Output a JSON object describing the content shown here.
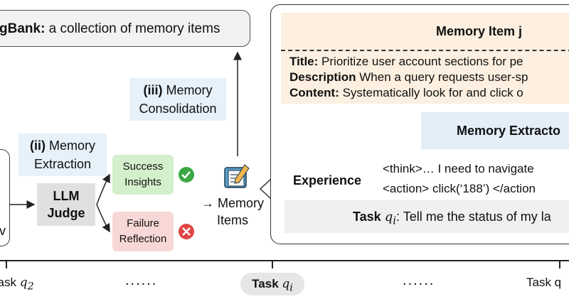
{
  "memory_bank": {
    "title_bold": "gBank:",
    "title_rest": " a collection of memory items"
  },
  "stages": {
    "extraction_num": "(ii)",
    "extraction_label_1": "Memory",
    "extraction_label_2": "Extraction",
    "consolidation_num": "(iii)",
    "consolidation_label_1": "Memory",
    "consolidation_label_2": "Consolidation"
  },
  "left_box": {
    "partial_text": "v"
  },
  "judge": {
    "line1": "LLM",
    "line2": "Judge"
  },
  "success": {
    "line1": "Success",
    "line2": "Insights"
  },
  "failure": {
    "line1": "Failure",
    "line2": "Reflection"
  },
  "memory_items": {
    "arrow": "→",
    "line1": "Memory",
    "line2": "Items"
  },
  "memory_item_card": {
    "header": "Memory Item j",
    "title_key": "Title:",
    "title_val": " Prioritize user account sections for pe",
    "desc_key": "Description",
    "desc_val": " When a query requests user-sp",
    "content_key": "Content:",
    "content_val": " Systematically look for and click o"
  },
  "extractor": {
    "label": "Memory Extracto"
  },
  "experience": {
    "label": "Experience",
    "line1": "<think>… I need to navigate",
    "line2": "<action> click(‘188’) </action"
  },
  "task_row": {
    "prefix": "Task ",
    "var": "q",
    "sub": "i",
    "text": ": Tell me the status of my la"
  },
  "timeline": {
    "left_label_prefix": "Task ",
    "left_var": "q",
    "left_sub": "2",
    "dots": "......",
    "center_prefix": "Task ",
    "center_var": "q",
    "center_sub": "i",
    "right_label": "Task q"
  },
  "colors": {
    "success_bg": "#d4efcb",
    "failure_bg": "#f8d8d6",
    "stage_bg": "#e6f1fa",
    "card_bg": "#fdf0e0",
    "extractor_bg": "#e4eef8",
    "check_green": "#3aa845",
    "cross_red": "#e04545"
  },
  "icons": [
    "notebook-pencil-icon",
    "check-icon",
    "cross-icon",
    "document-hand-icon",
    "map-pin-route-icon",
    "user-question-icon",
    "laptop-icon"
  ]
}
